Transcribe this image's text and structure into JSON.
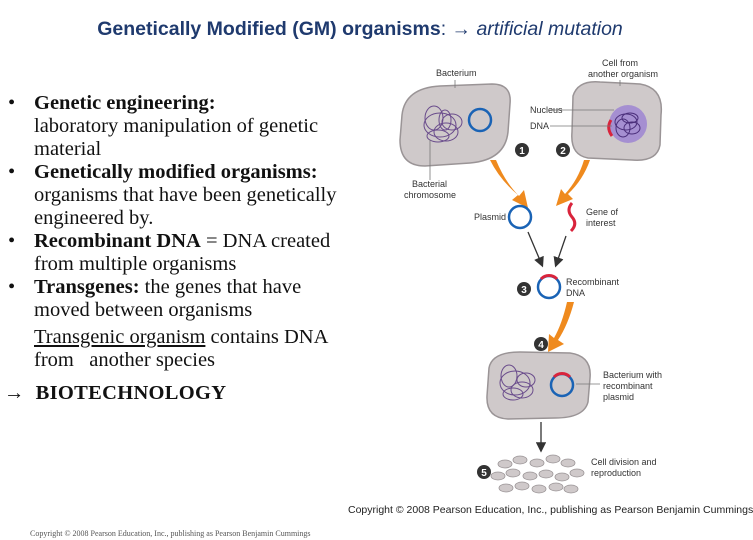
{
  "title": {
    "bold_part": "Genetically Modified (GM) organisms",
    "colon": ":",
    "italic_part": "→ artificial mutation"
  },
  "bullets": [
    {
      "bold": "Genetic engineering:",
      "text": "laboratory manipulation of genetic material"
    },
    {
      "bold": "Genetically modified organisms:",
      "text": "organisms that have been genetically engineered by."
    },
    {
      "bold": "Recombinant DNA",
      "text": "= DNA created from multiple organisms"
    },
    {
      "bold": "Transgenes:",
      "text": "the genes that have moved between organisms"
    }
  ],
  "transgenic": {
    "underlined": "Transgenic organism",
    "rest": "contains DNA from   another species"
  },
  "conclusion": "→  BIOTECHNOLOGY",
  "bullet_symbol": "•",
  "diagram": {
    "labels": {
      "bacterium": "Bacterium",
      "cell_from": "Cell from",
      "another_organism": "another organism",
      "nucleus": "Nucleus",
      "dna": "DNA",
      "bacterial": "Bacterial",
      "chromosome": "chromosome",
      "plasmid": "Plasmid",
      "gene_of": "Gene of",
      "interest": "interest",
      "recombinant": "Recombinant",
      "recombinant_dna": "DNA",
      "bacterium_with": "Bacterium with",
      "recombinant2": "recombinant",
      "plasmid2": "plasmid",
      "cell_division_and": "Cell division and",
      "reproduction": "reproduction"
    },
    "steps": [
      "1",
      "2",
      "3",
      "4",
      "5"
    ],
    "colors": {
      "cell": "#cfc9ca",
      "plasmid": "#1a63b5",
      "gene": "#d9243c",
      "arrow": "#ef8a1e",
      "nucleus": "#a58fd1"
    }
  },
  "copyright_right": "Copyright © 2008 Pearson Education, Inc., publishing as Pearson Benjamin Cummings",
  "copyright_left": "Copyright © 2008 Pearson Education, Inc., publishing as Pearson Benjamin Cummings"
}
